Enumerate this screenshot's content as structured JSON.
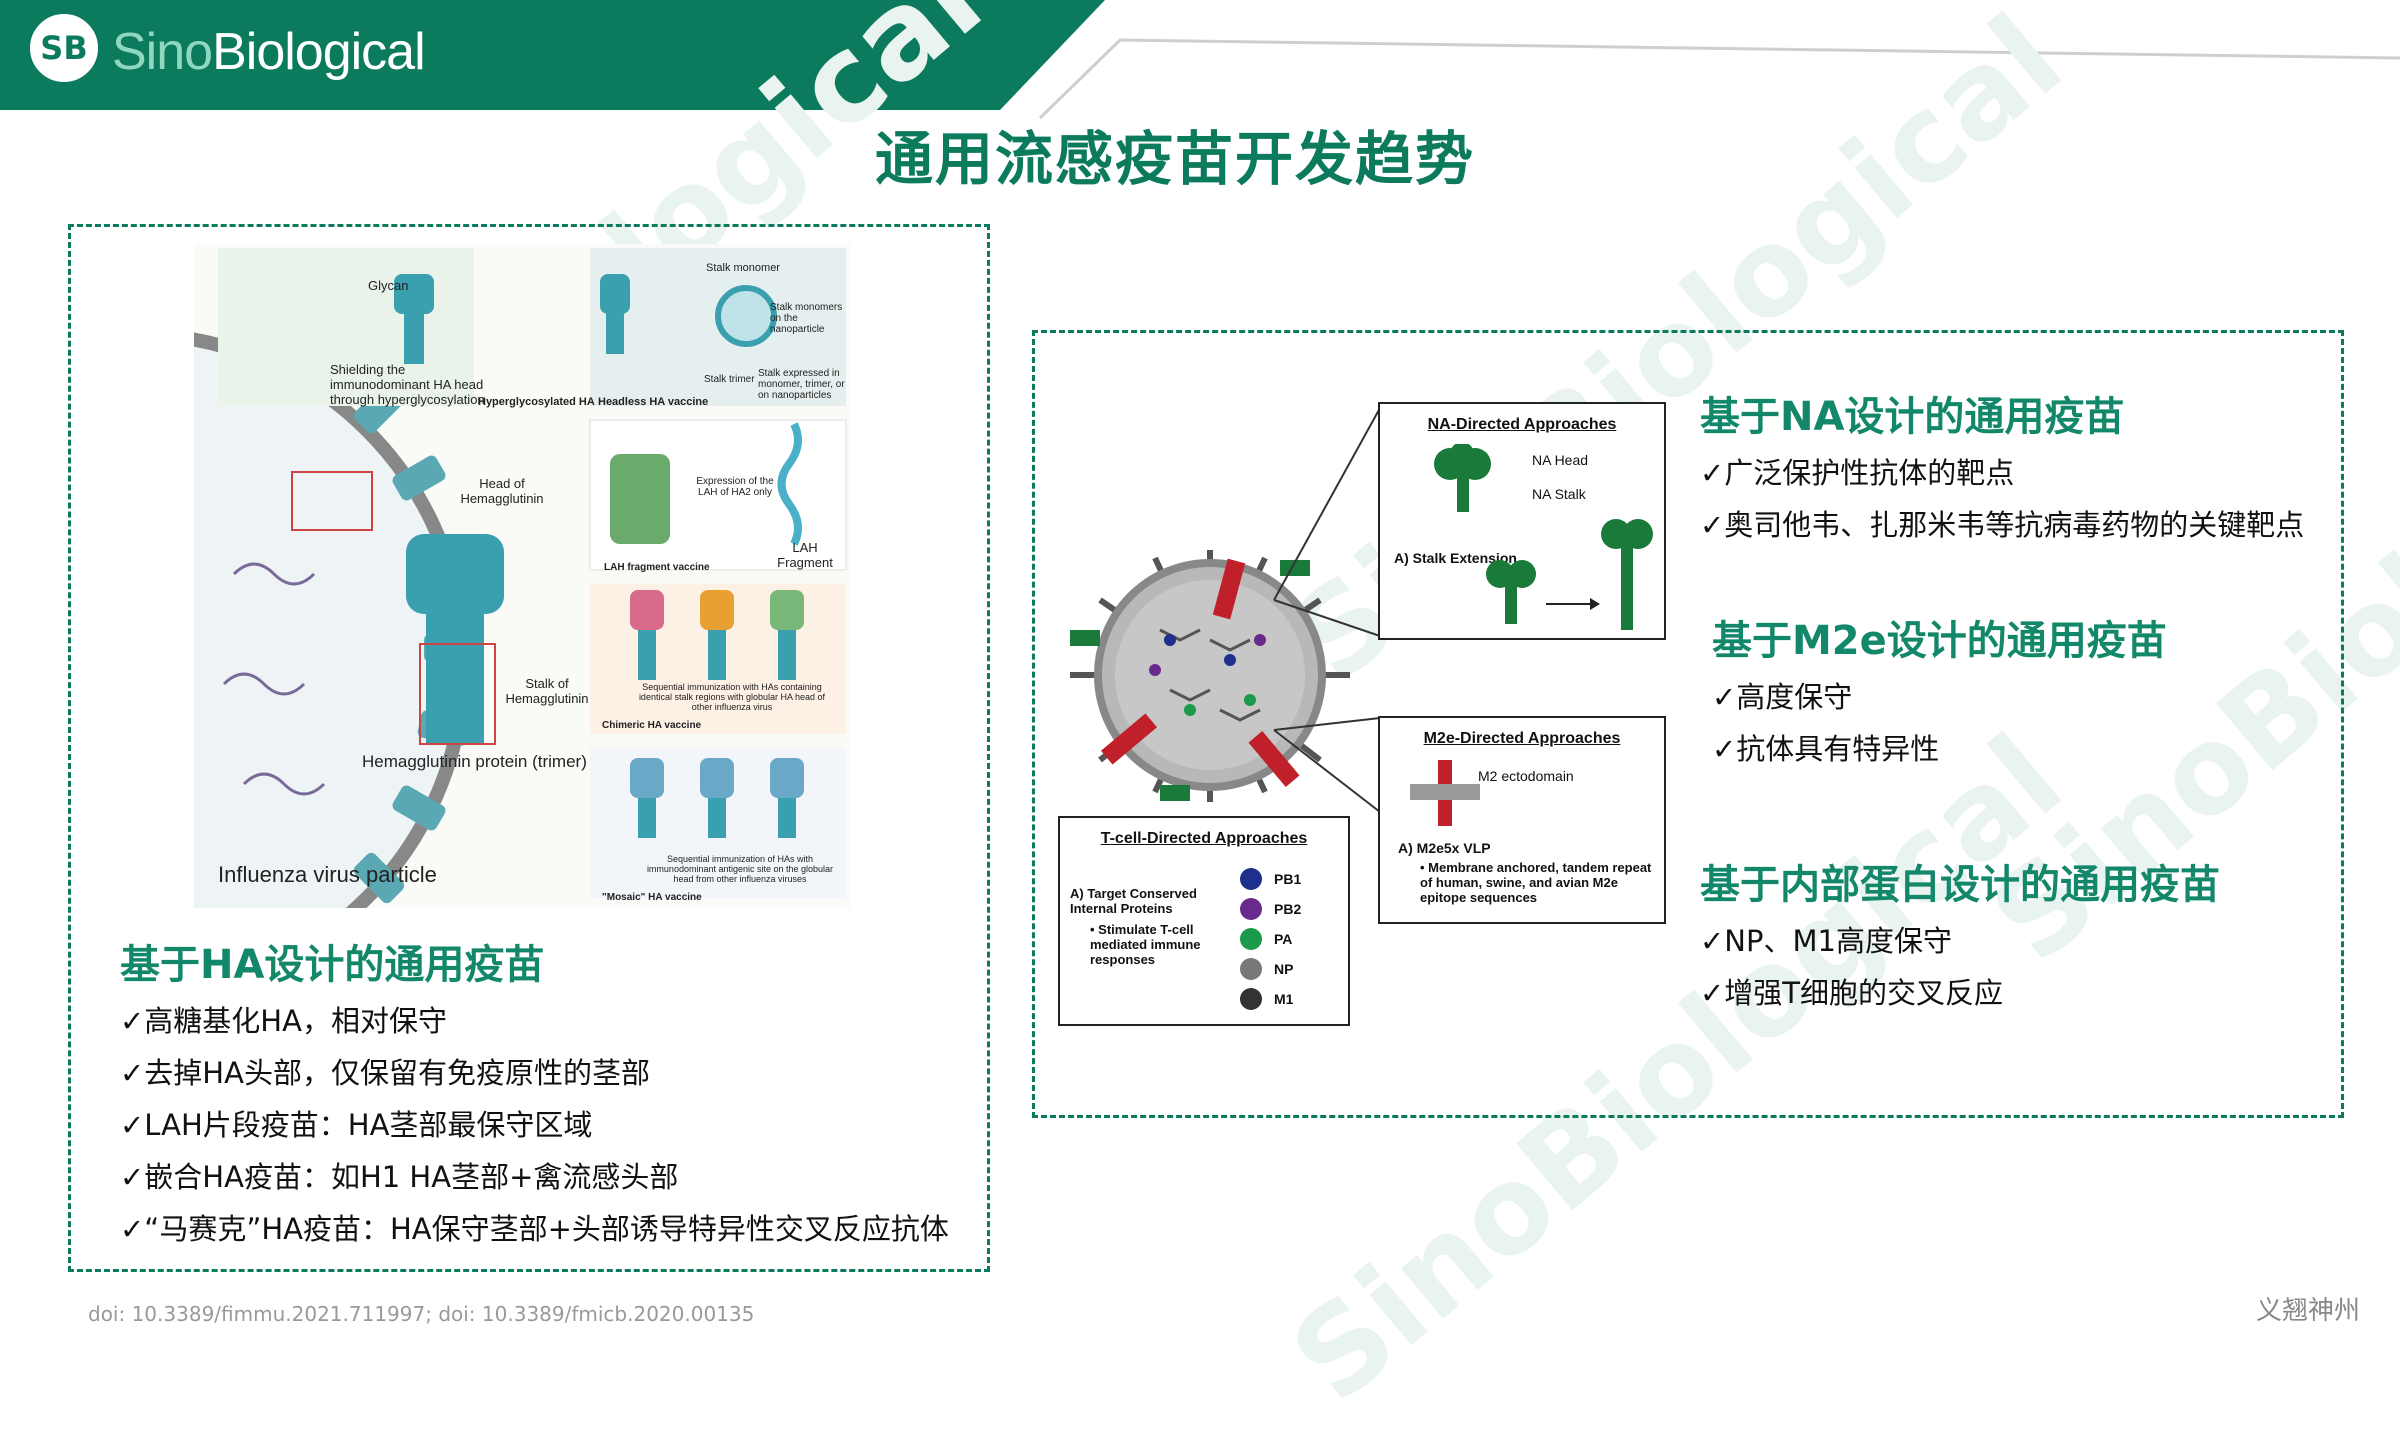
{
  "logo": {
    "badge": "SB",
    "text_part1": "Sino",
    "text_part2": "Biological"
  },
  "title": "通用流感疫苗开发趋势",
  "left_figure": {
    "glycan": "Glycan",
    "shielding": "Shielding the immunodominant HA head through hyperglycosylation",
    "hyperglycosylated": "Hyperglycosylated HA",
    "stalk_monomer": "Stalk monomer",
    "stalk_monomers_nano": "Stalk monomers on the nanoparticle",
    "stalk_trimer": "Stalk trimer",
    "stalk_expressed": "Stalk expressed in monomer, trimer, or on nanoparticles",
    "headless": "Headless HA vaccine",
    "head_of_ha": "Head of Hemagglutinin",
    "expression_lah": "Expression of the LAH of HA2 only",
    "lah_fragment": "LAH Fragment",
    "lah_vaccine": "LAH fragment vaccine",
    "stalk_of_ha": "Stalk of Hemagglutinin",
    "sequential": "Sequential immunization with HAs containing identical stalk regions with globular HA head of other influenza virus",
    "chimeric": "Chimeric HA vaccine",
    "ha_protein": "Hemagglutinin protein (trimer)",
    "mosaic_text": "Sequential immunization of HAs with immunodominant antigenic site on the globular head from other influenza viruses",
    "mosaic": "\"Mosaic\" HA vaccine",
    "virus_particle": "Influenza virus particle"
  },
  "left_section": {
    "heading": "基于HA设计的通用疫苗",
    "bullets": [
      "✓高糖基化HA，相对保守",
      "✓去掉HA头部，仅保留有免疫原性的茎部",
      "✓LAH片段疫苗：HA茎部最保守区域",
      "✓嵌合HA疫苗：如H1 HA茎部+禽流感头部",
      "✓“马赛克”HA疫苗：HA保守茎部+头部诱导特异性交叉反应抗体"
    ]
  },
  "right_figure": {
    "na_title": "NA-Directed Approaches",
    "na_head": "NA Head",
    "na_stalk": "NA Stalk",
    "stalk_ext": "A) Stalk Extension",
    "m2e_title": "M2e-Directed Approaches",
    "m2_ecto": "M2 ectodomain",
    "m2e_vlp": "A) M2e5x VLP",
    "m2e_desc": "• Membrane anchored, tandem repeat of human, swine, and avian M2e epitope sequences",
    "t_title": "T-cell-Directed Approaches",
    "t_target": "A) Target Conserved Internal Proteins",
    "t_desc": "• Stimulate T-cell mediated immune responses",
    "proteins": [
      {
        "name": "PB1",
        "color": "#1f2f8c"
      },
      {
        "name": "PB2",
        "color": "#6a2a8c"
      },
      {
        "name": "PA",
        "color": "#1a9a4a"
      },
      {
        "name": "NP",
        "color": "#777777"
      },
      {
        "name": "M1",
        "color": "#333333"
      }
    ]
  },
  "right_sections": {
    "na_heading": "基于NA设计的通用疫苗",
    "na_bullets": [
      "✓广泛保护性抗体的靶点",
      "✓奥司他韦、扎那米韦等抗病毒药物的关键靶点"
    ],
    "m2e_heading": "基于M2e设计的通用疫苗",
    "m2e_bullets": [
      "✓高度保守",
      "✓抗体具有特异性"
    ],
    "int_heading": "基于内部蛋白设计的通用疫苗",
    "int_bullets": [
      "✓NP、M1高度保守",
      "✓增强T细胞的交叉反应"
    ]
  },
  "footer": {
    "doi": "doi: 10.3389/fimmu.2021.711997; doi: 10.3389/fmicb.2020.00135",
    "author": "义翘神州"
  },
  "watermark": "SinoBiological",
  "colors": {
    "brand": "#0c7a5d",
    "heading": "#12876a"
  }
}
